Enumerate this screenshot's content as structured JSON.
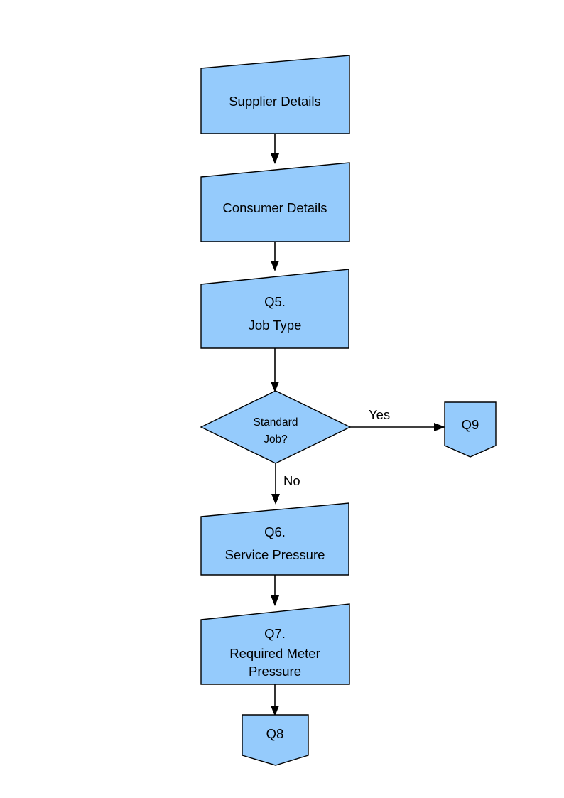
{
  "diagram": {
    "type": "flowchart",
    "title": "",
    "colors": {
      "node_fill": "#95cbfc",
      "node_stroke": "#000000",
      "background": "#ffffff",
      "text": "#000000"
    },
    "nodes": [
      {
        "id": "supplier-details",
        "shape": "slanted-top-box",
        "label": "Supplier Details",
        "lines": [
          "Supplier Details"
        ]
      },
      {
        "id": "consumer-details",
        "shape": "slanted-top-box",
        "label": "Consumer Details",
        "lines": [
          "Consumer Details"
        ]
      },
      {
        "id": "q5-job-type",
        "shape": "slanted-top-box",
        "label": "Q5. Job Type",
        "lines": [
          "Q5.",
          "Job Type"
        ]
      },
      {
        "id": "standard-job-decision",
        "shape": "diamond",
        "label": "Standard Job?",
        "lines": [
          "Standard",
          "Job?"
        ]
      },
      {
        "id": "q9-connector",
        "shape": "pentagon-down",
        "label": "Q9",
        "lines": [
          "Q9"
        ]
      },
      {
        "id": "q6-service-pressure",
        "shape": "slanted-top-box",
        "label": "Q6. Service Pressure",
        "lines": [
          "Q6.",
          "Service Pressure"
        ]
      },
      {
        "id": "q7-required-meter-pressure",
        "shape": "slanted-top-box",
        "label": "Q7. Required Meter Pressure",
        "lines": [
          "Q7.",
          "Required Meter",
          "Pressure"
        ]
      },
      {
        "id": "q8-connector",
        "shape": "pentagon-down",
        "label": "Q8",
        "lines": [
          "Q8"
        ]
      }
    ],
    "edges": [
      {
        "id": "e1",
        "from": "supplier-details",
        "to": "consumer-details",
        "label": ""
      },
      {
        "id": "e2",
        "from": "consumer-details",
        "to": "q5-job-type",
        "label": ""
      },
      {
        "id": "e3",
        "from": "q5-job-type",
        "to": "standard-job-decision",
        "label": ""
      },
      {
        "id": "e4",
        "from": "standard-job-decision",
        "to": "q9-connector",
        "label": "Yes"
      },
      {
        "id": "e5",
        "from": "standard-job-decision",
        "to": "q6-service-pressure",
        "label": "No"
      },
      {
        "id": "e6",
        "from": "q6-service-pressure",
        "to": "q7-required-meter-pressure",
        "label": ""
      },
      {
        "id": "e7",
        "from": "q7-required-meter-pressure",
        "to": "q8-connector",
        "label": ""
      }
    ]
  },
  "labels": {
    "supplier_details": "Supplier Details",
    "consumer_details": "Consumer Details",
    "q5_line1": "Q5.",
    "q5_line2": "Job Type",
    "decision_line1": "Standard",
    "decision_line2": "Job?",
    "q9": "Q9",
    "yes": "Yes",
    "no": "No",
    "q6_line1": "Q6.",
    "q6_line2": "Service Pressure",
    "q7_line1": "Q7.",
    "q7_line2": "Required Meter",
    "q7_line3": "Pressure",
    "q8": "Q8"
  }
}
